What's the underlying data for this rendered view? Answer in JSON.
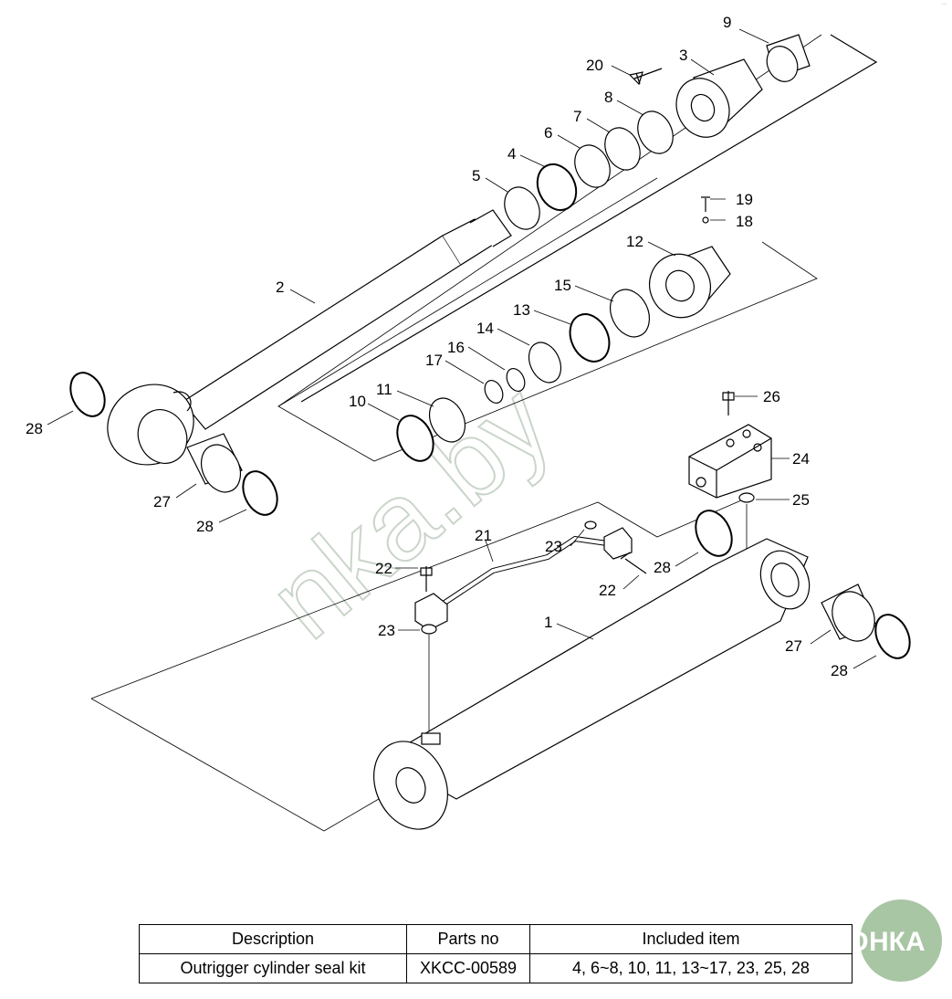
{
  "watermark": "nka.by",
  "logo": {
    "left": "АГРО",
    "right": "НКА"
  },
  "corner_mark": "···",
  "callouts": {
    "c1": "1",
    "c2": "2",
    "c3": "3",
    "c4": "4",
    "c5": "5",
    "c6": "6",
    "c7": "7",
    "c8": "8",
    "c9": "9",
    "c10": "10",
    "c11": "11",
    "c12": "12",
    "c13": "13",
    "c14": "14",
    "c15": "15",
    "c16": "16",
    "c17": "17",
    "c18": "18",
    "c19": "19",
    "c20": "20",
    "c21": "21",
    "c22a": "22",
    "c22b": "22",
    "c23a": "23",
    "c23b": "23",
    "c24": "24",
    "c25": "25",
    "c26": "26",
    "c27a": "27",
    "c27b": "27",
    "c28a": "28",
    "c28b": "28",
    "c28c": "28",
    "c28d": "28"
  },
  "table": {
    "headers": {
      "description": "Description",
      "parts_no": "Parts no",
      "included": "Included item"
    },
    "row": {
      "description": "Outrigger cylinder seal kit",
      "parts_no": "XKCC-00589",
      "included": "4, 6~8, 10, 11, 13~17, 23, 25, 28"
    }
  }
}
